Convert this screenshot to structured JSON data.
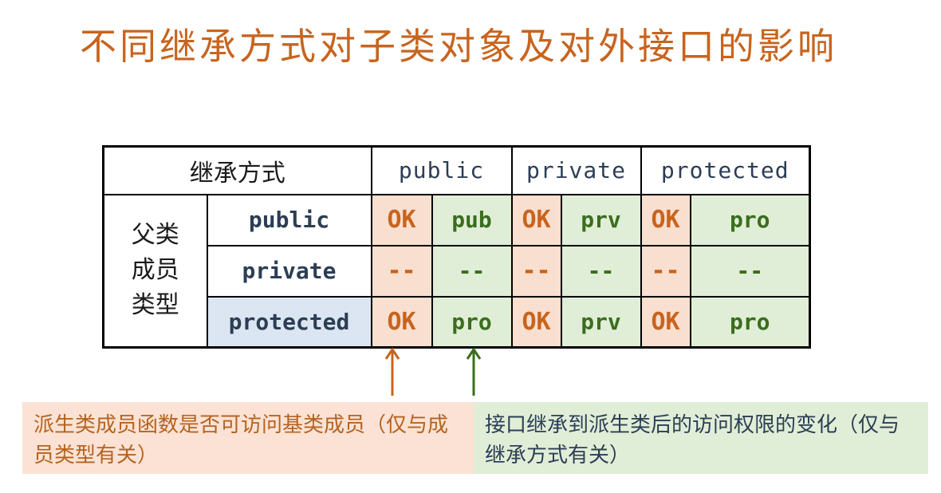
{
  "title": "不同继承方式对子类对象及对外接口的影响",
  "table": {
    "corner": "继承方式",
    "inheritance": [
      "public",
      "private",
      "protected"
    ],
    "row_group": "父类\n成员\n类型",
    "rows": [
      {
        "member": "public",
        "cells": [
          "OK",
          "pub",
          "OK",
          "prv",
          "OK",
          "pro"
        ]
      },
      {
        "member": "private",
        "cells": [
          "--",
          "--",
          "--",
          "--",
          "--",
          "--"
        ]
      },
      {
        "member": "protected",
        "cells": [
          "OK",
          "pro",
          "OK",
          "prv",
          "OK",
          "pro"
        ]
      }
    ]
  },
  "notes": {
    "left": "派生类成员函数是否可访问基类成员（仅与成员类型有关）",
    "right": "接口继承到派生类后的访问权限的变化（仅与继承方式有关）"
  },
  "colors": {
    "orange": "#c8641e",
    "green": "#3a6e1e",
    "ok_bg": "#f9dfcf",
    "val_bg": "#e1eed7",
    "highlight_bg": "#dce6f2"
  }
}
